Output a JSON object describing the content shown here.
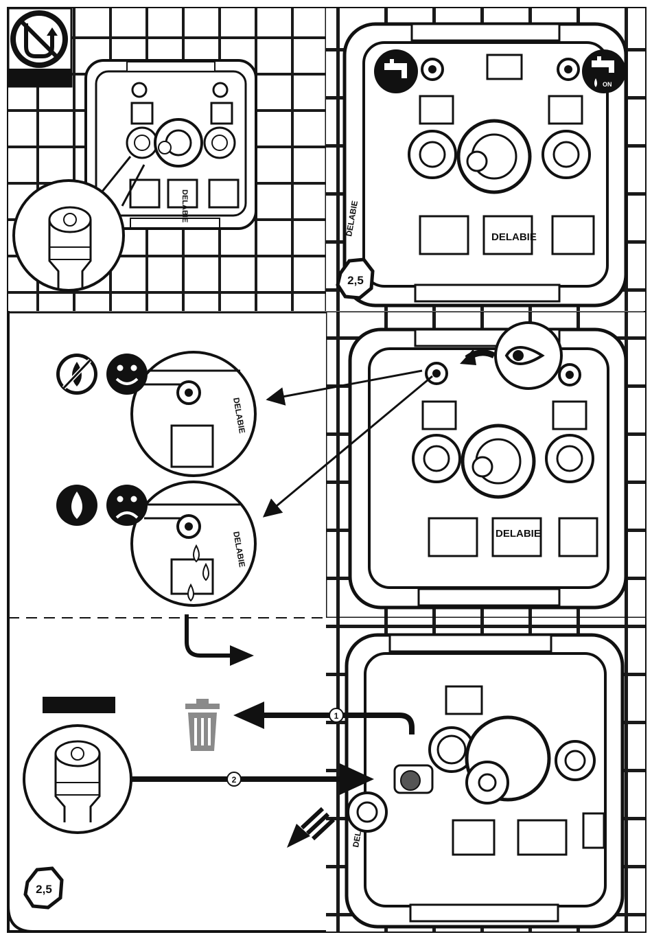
{
  "brand": "DELABIE",
  "hex_key_size": "2,5",
  "tap_on_label": "ON",
  "steps": {
    "remove": "1",
    "insert": "2"
  },
  "icons": {
    "no_water_pressure": "no-pressure-icon",
    "cold_water_tap": "tap-icon",
    "water_on_tap": "tap-on-icon",
    "eye": "eye-icon",
    "no_drop": "no-drop-icon",
    "drop": "drop-icon",
    "happy": "smiley-happy-icon",
    "sad": "smiley-sad-icon",
    "trash": "trash-icon"
  },
  "colors": {
    "ink": "#111111",
    "tile_grout": "#1a1a1a",
    "background": "#ffffff",
    "trash_gray": "#8a8a8a"
  }
}
